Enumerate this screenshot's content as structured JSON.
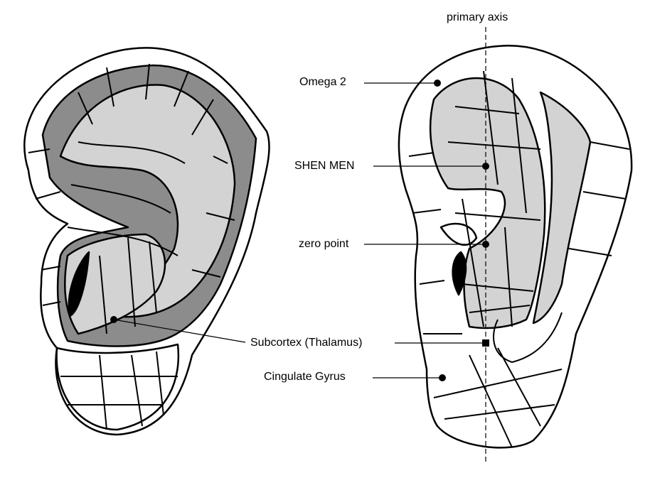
{
  "axis_label": "primary axis",
  "points": {
    "omega2": "Omega 2",
    "shen_men": "SHEN MEN",
    "zero_point": "zero point",
    "subcortex": "Subcortex (Thalamus)",
    "cingulate": "Cingulate Gyrus"
  },
  "colors": {
    "dark_gray": "#8c8c8c",
    "light_gray": "#d3d3d3",
    "outline": "#000000"
  }
}
